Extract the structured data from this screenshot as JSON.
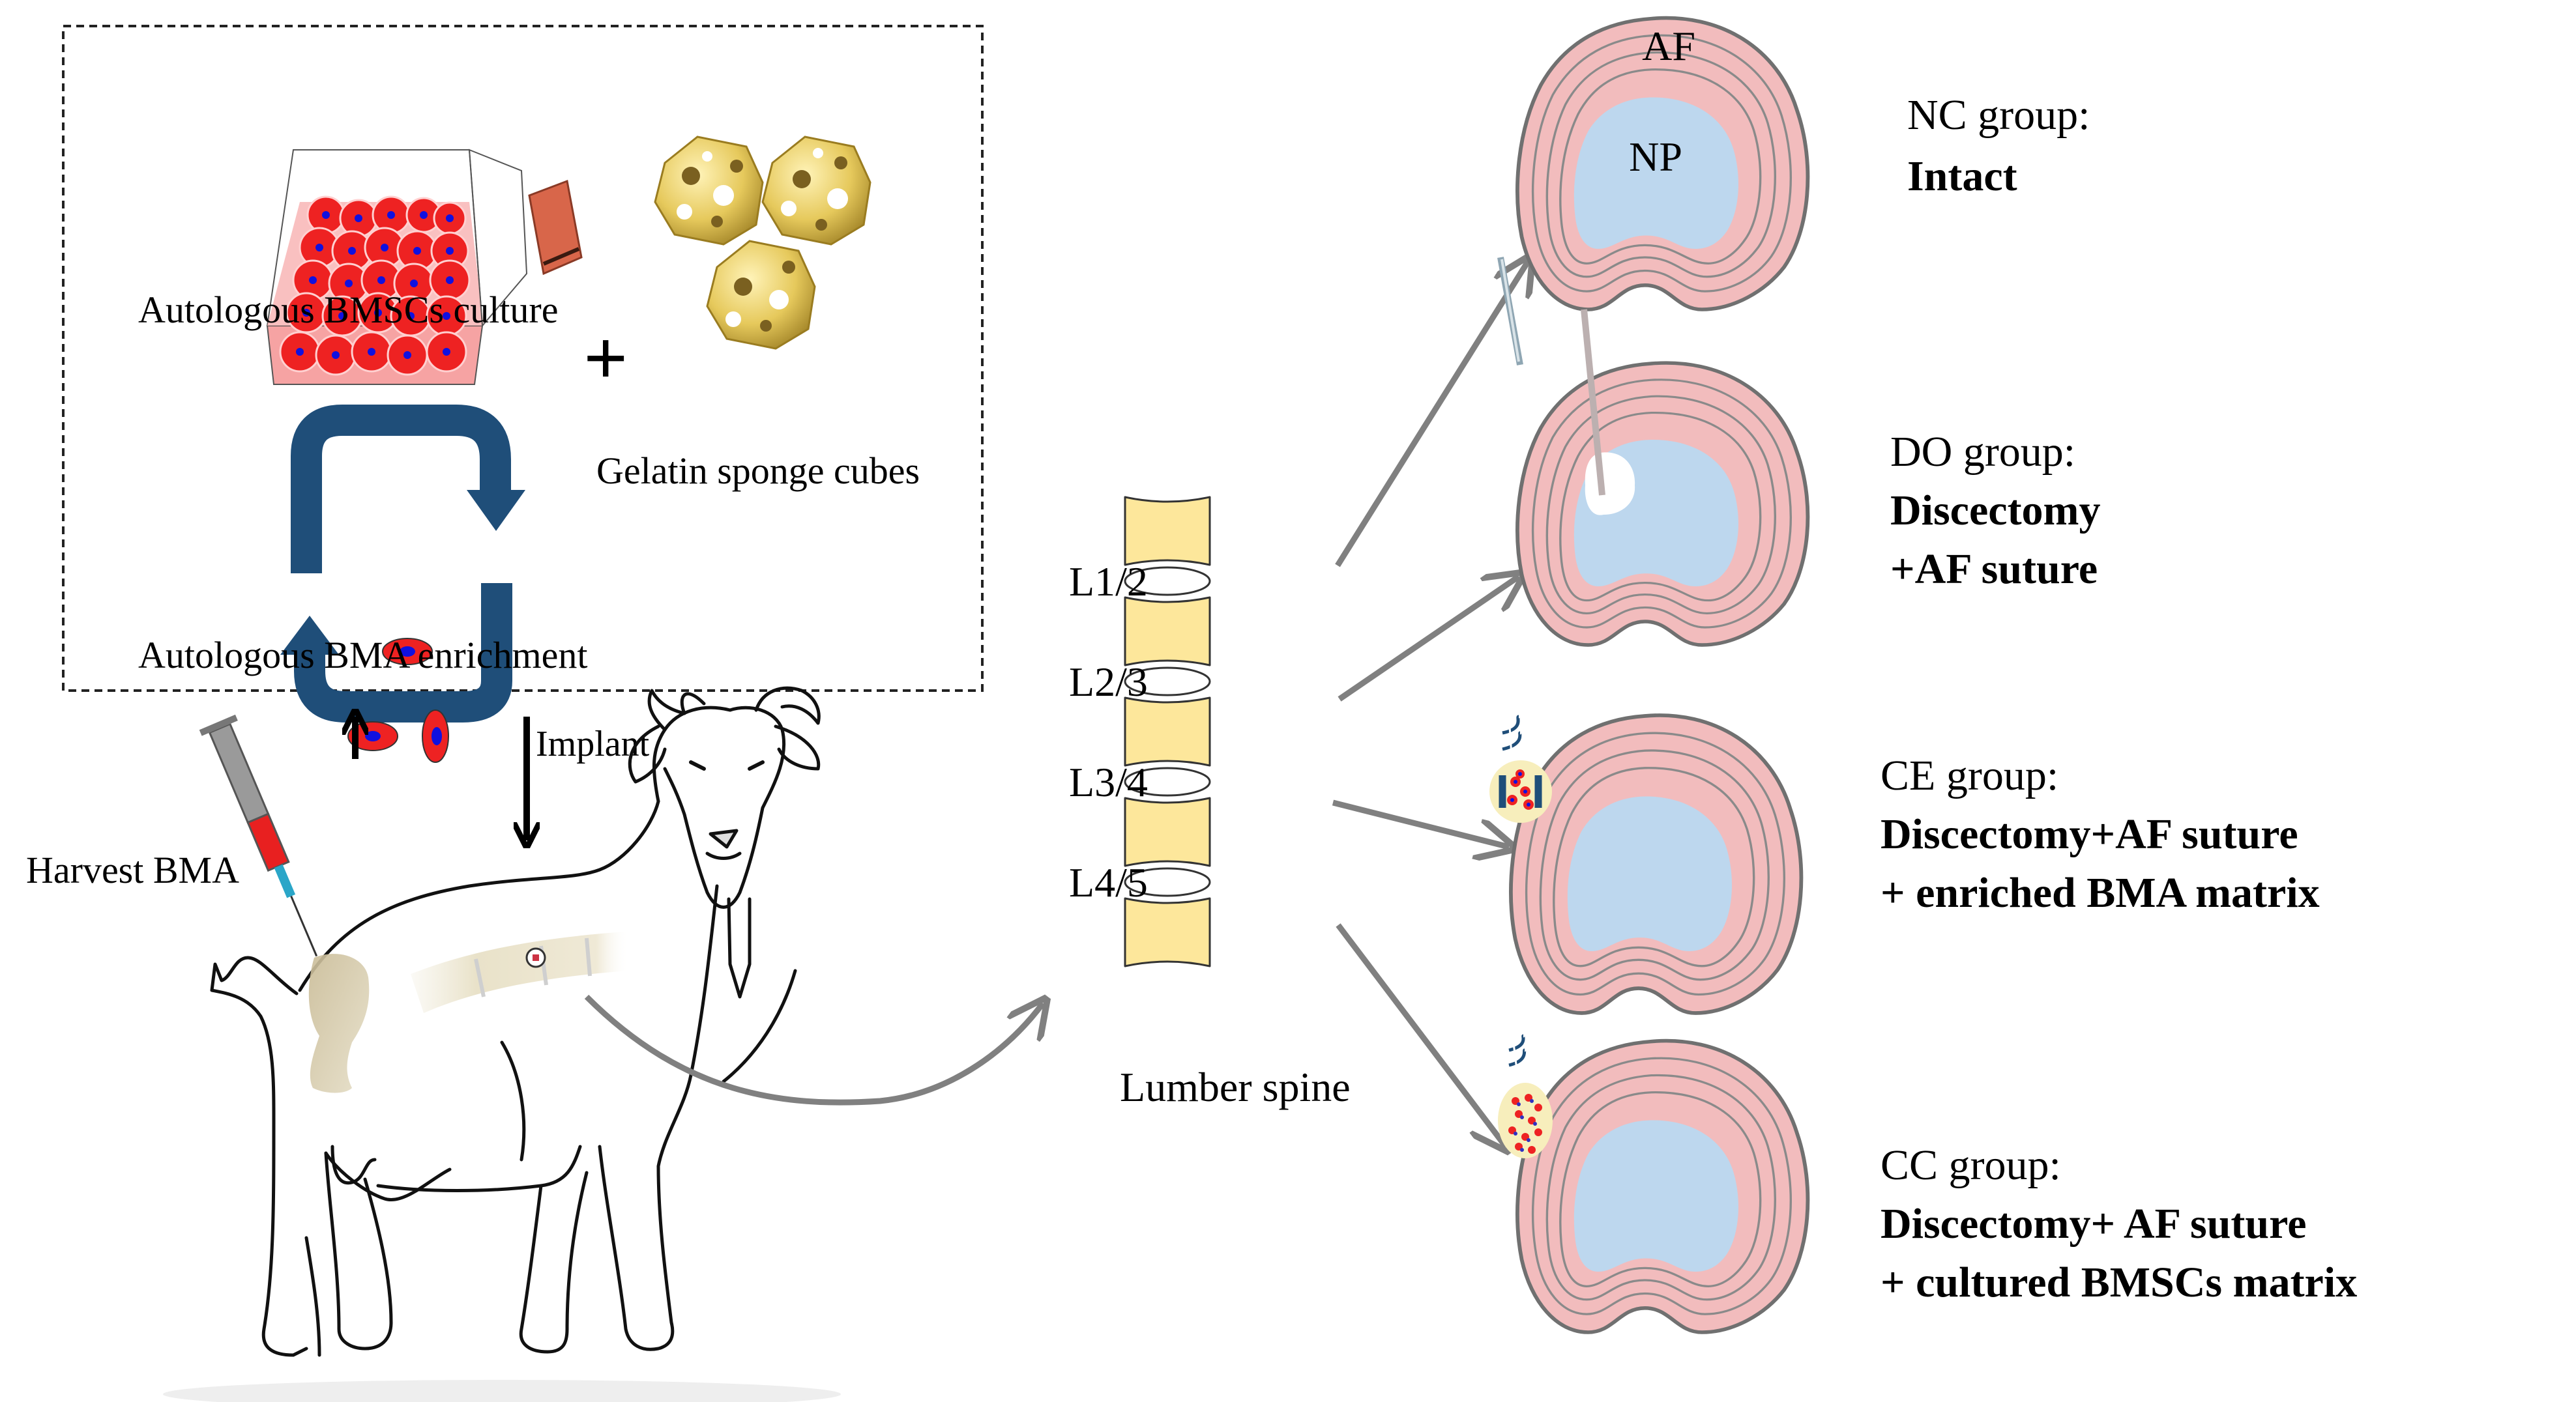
{
  "figure": {
    "prep_box": {
      "culture_label": "Autologous BMSCs culture",
      "enrichment_label": "Autologous BMA enrichment",
      "sponge_label": "Gelatin sponge cubes",
      "plus_sign": "+"
    },
    "animal": {
      "harvest_label": "Harvest BMA",
      "implant_label": "Implant"
    },
    "spine": {
      "title": "Lumber spine",
      "levels": [
        "L1/2",
        "L2/3",
        "L3/4",
        "L4/5"
      ]
    },
    "disc_labels": {
      "annulus": "AF",
      "nucleus": "NP"
    },
    "groups": [
      {
        "title": "NC group:",
        "desc": [
          "Intact"
        ]
      },
      {
        "title": "DO group:",
        "desc": [
          "Discectomy",
          "+AF suture"
        ]
      },
      {
        "title": "CE group:",
        "desc": [
          "Discectomy+AF suture",
          "+ enriched BMA matrix"
        ]
      },
      {
        "title": "CC group:",
        "desc": [
          "Discectomy+ AF suture",
          "+ cultured BMSCs matrix"
        ]
      }
    ],
    "colors": {
      "annulus_fill": "#f2bcbd",
      "annulus_stroke": "#707070",
      "nucleus_fill": "#bdd7ee",
      "vertebra_fill": "#fde79b",
      "arrow_gray": "#808080",
      "cycle_blue": "#1f4e79",
      "cell_red": "#ee2222",
      "nucleus_blue": "#1010e0",
      "sponge_gold": "#e8cf6a"
    }
  }
}
